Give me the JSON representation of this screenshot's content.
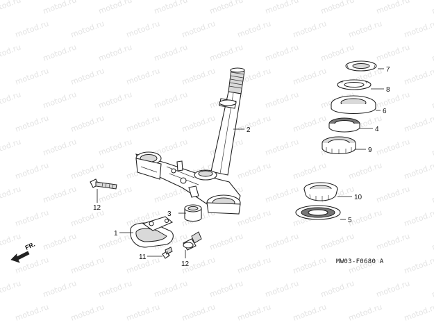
{
  "watermark": "motod.ru",
  "figure_code": "MW03-F0680 A",
  "direction_label": "FR.",
  "callouts": {
    "c1": "1",
    "c2": "2",
    "c3": "3",
    "c4": "4",
    "c5": "5",
    "c6": "6",
    "c7": "7",
    "c8": "8",
    "c9": "9",
    "c10": "10",
    "c11": "11",
    "c12a": "12",
    "c12b": "12"
  },
  "colors": {
    "line": "#222222",
    "watermark": "#e3e3e3",
    "background": "#ffffff"
  }
}
